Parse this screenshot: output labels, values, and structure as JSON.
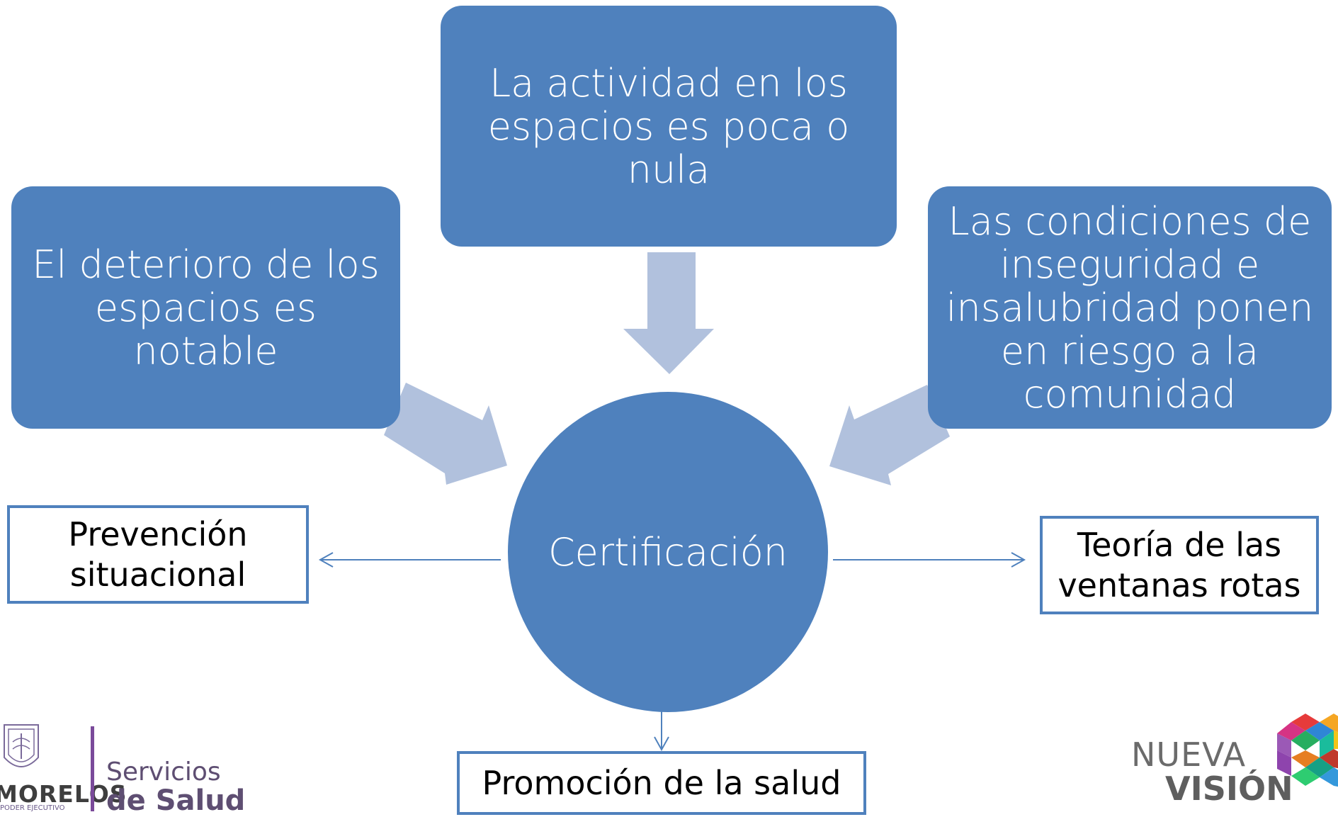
{
  "diagram": {
    "top_box": "La actividad en los\nespacios es poca o\nnula",
    "left_box": "El deterioro de los\nespacios es\nnotable",
    "right_box": "Las condiciones de\ninseguridad e\ninsalubridad ponen\nen riesgo a la\ncomunidad",
    "center": "Certificación",
    "left_outcome": "Prevención\nsituacional",
    "right_outcome": "Teoría de las\nventanas rotas",
    "bottom_outcome": "Promoción de la salud"
  },
  "logos": {
    "left_state": "MORELOS",
    "left_state_sub": "PODER EJECUTIVO",
    "left_service_line1": "Servicios",
    "left_service_line2": "de Salud",
    "right_line1": "NUEVA",
    "right_line2": "VISIÓN"
  },
  "colors": {
    "box_fill": "#4f81bd",
    "arrow_fill": "#b1c1dd",
    "connector": "#4f81bd"
  }
}
